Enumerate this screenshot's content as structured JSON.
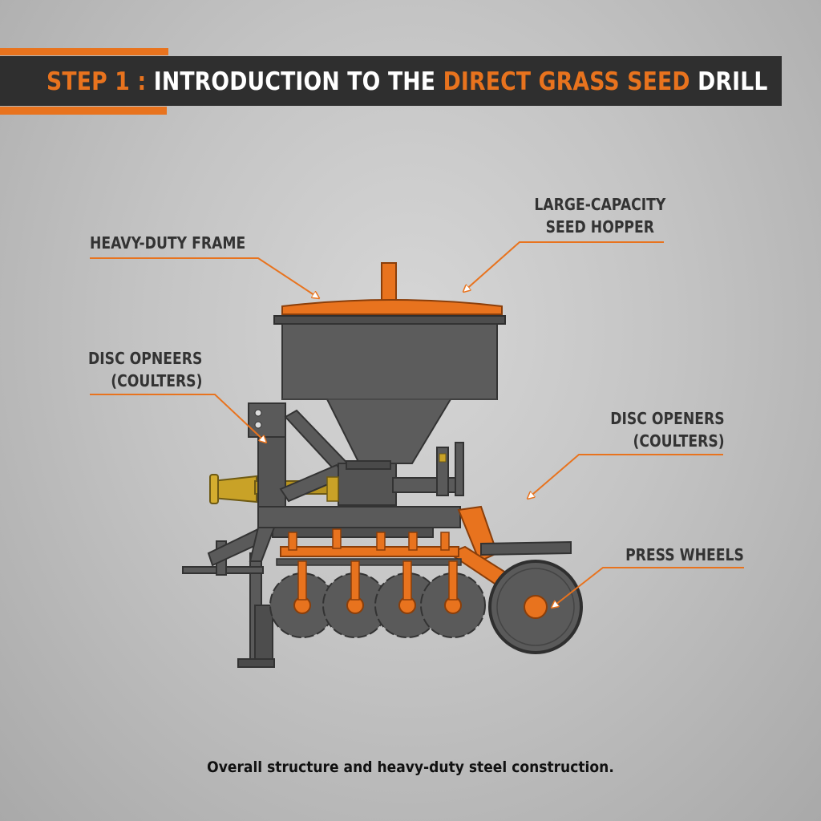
{
  "header": {
    "title_prefix": "STEP 1 :",
    "title_mid": " INTRODUCTION TO THE ",
    "title_highlight": "DIRECT GRASS SEED",
    "title_suffix": " DRILL"
  },
  "callouts": {
    "heavy_duty_frame": "HEAVY-DUTY FRAME",
    "hopper_line1": "LARGE-CAPACITY",
    "hopper_line2": "SEED HOPPER",
    "disc_left_line1": "DISC  OPNEERS",
    "disc_left_line2": "(COULTERS)",
    "disc_right_line1": "DISC OPENERS",
    "disc_right_line2": "(COULTERS)",
    "press_wheels": "PRESS WHEELS"
  },
  "caption": "Overall structure and heavy-duty steel construction.",
  "colors": {
    "accent": "#e8731e",
    "steel": "#5a5a5a",
    "dark_band": "#2f2f2f",
    "yellow_pto": "#c9a227"
  },
  "icons": [
    "arrow-pointer-icon"
  ]
}
